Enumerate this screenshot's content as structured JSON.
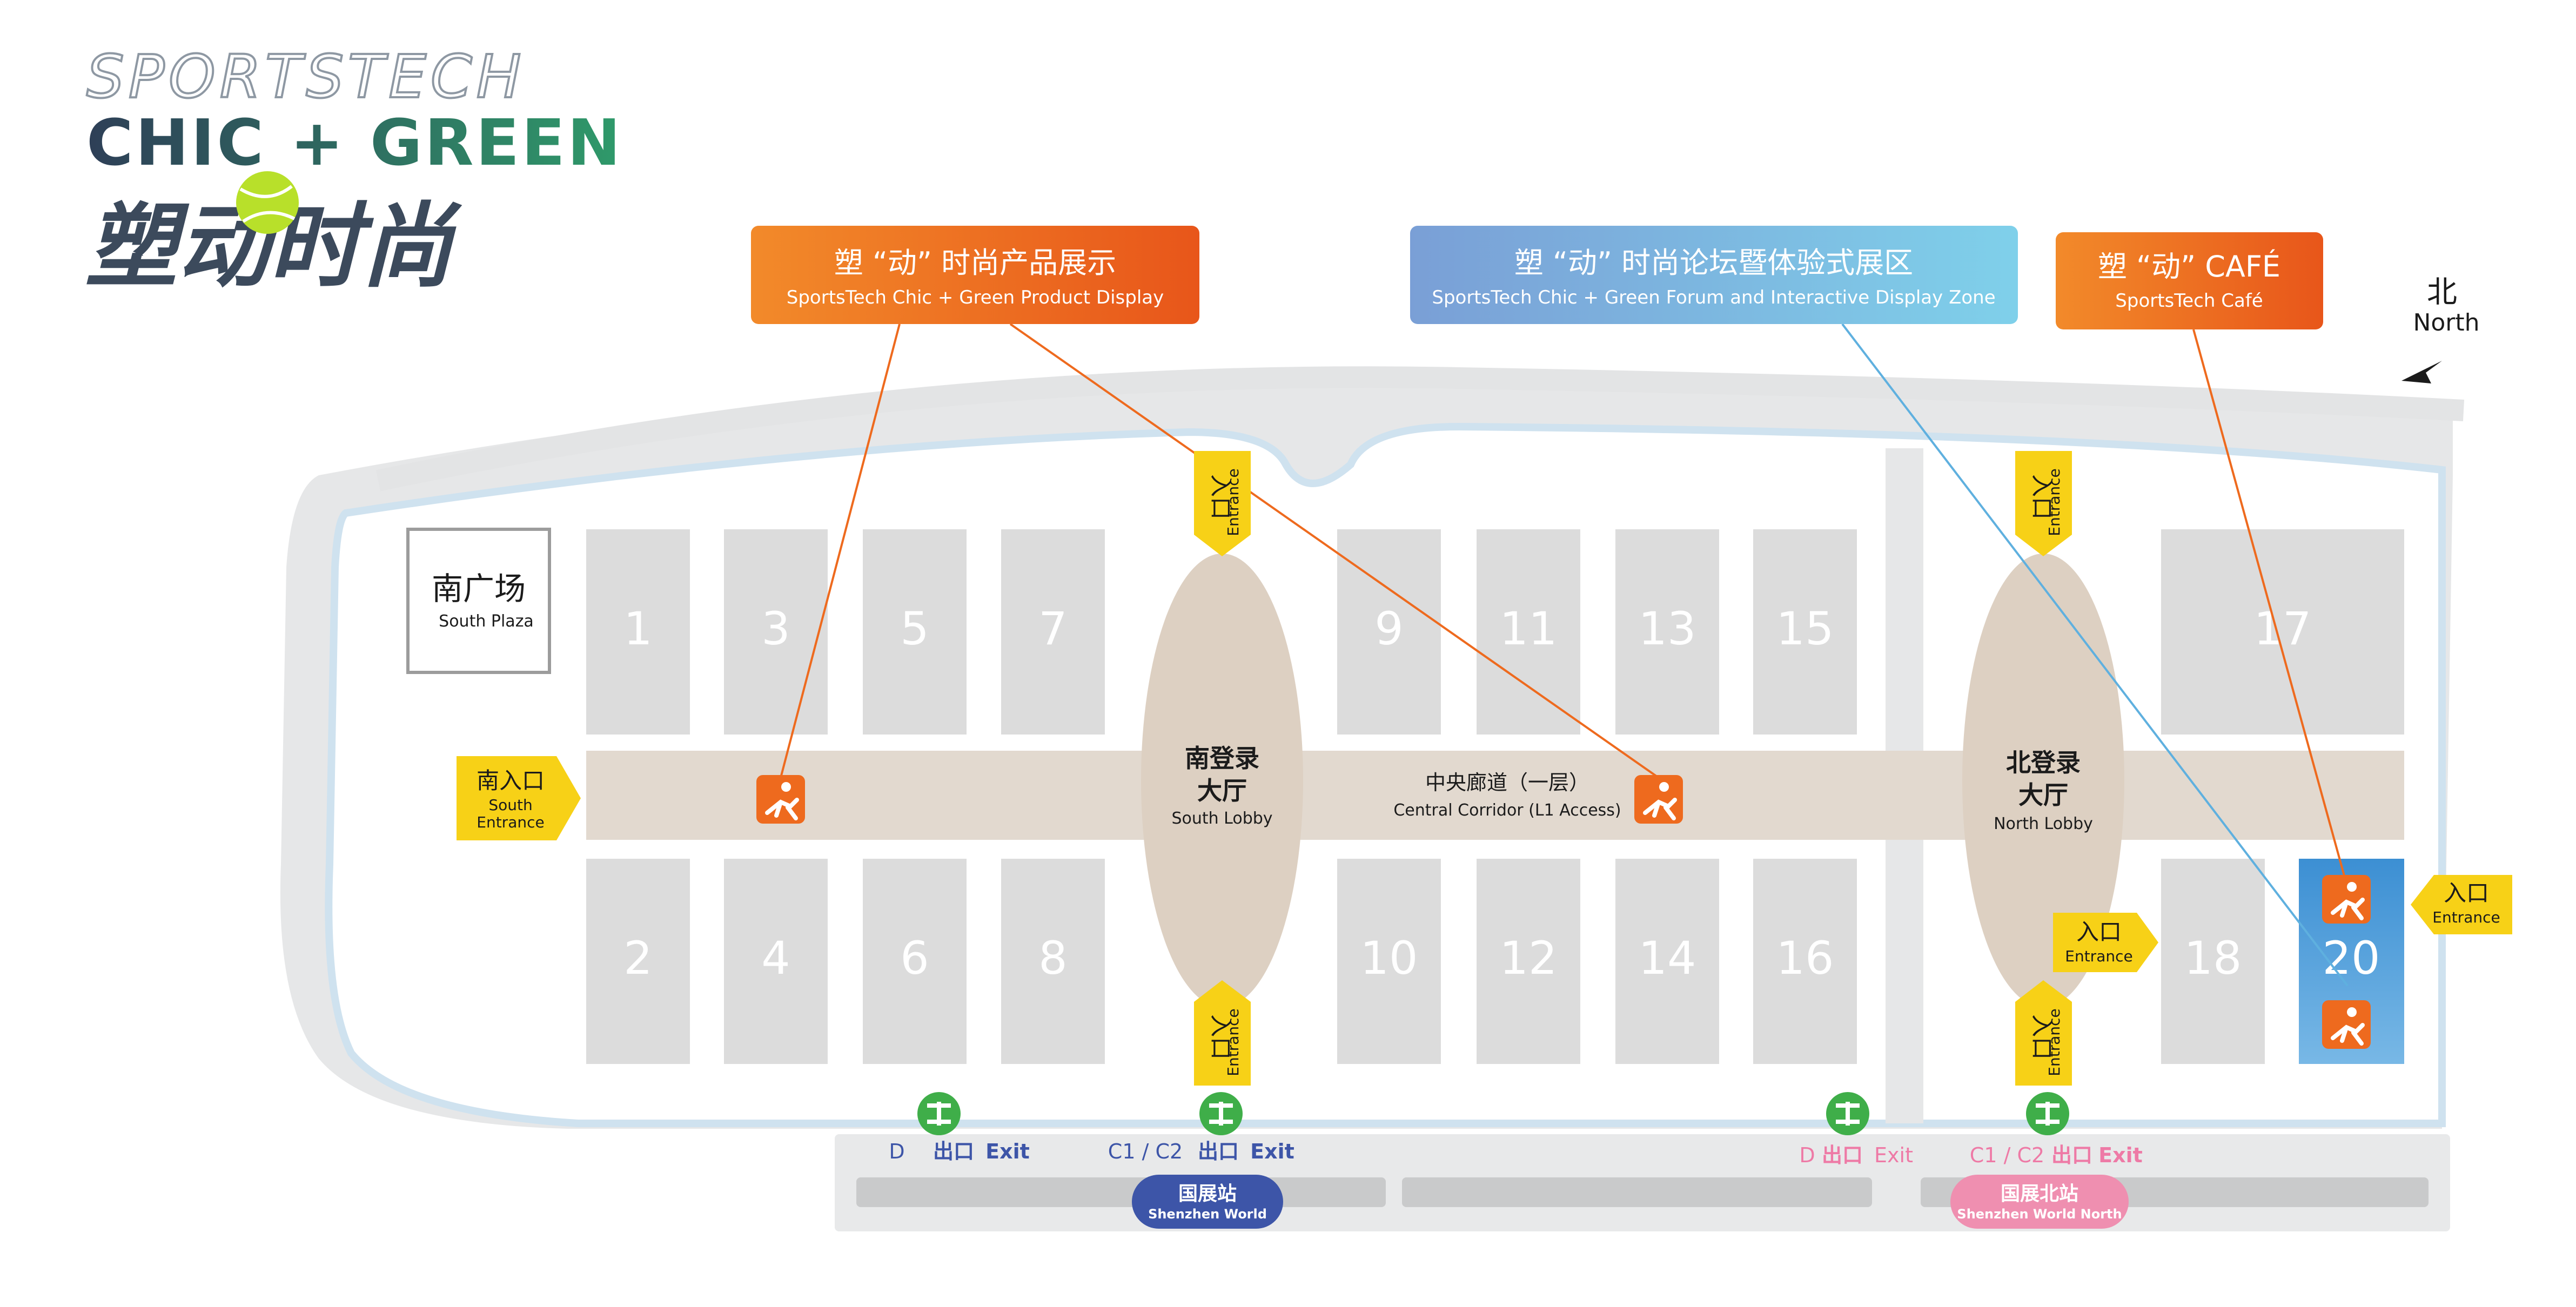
{
  "brand": {
    "line1": "SPORTSTECH",
    "line2": "CHIC + GREEN",
    "line3": "塑动时尚",
    "colors": {
      "silver": "#9aa4ae",
      "dark": "#2f3d4f",
      "green": "#3aa56a",
      "tennis": "#b8e02a"
    }
  },
  "north": {
    "zh": "北",
    "en": "North"
  },
  "callouts": {
    "product": {
      "zh": "塑 “动” 时尚产品展示",
      "en": "SportsTech Chic + Green Product Display",
      "color": "#ee6a1e"
    },
    "forum": {
      "zh": "塑 “动” 时尚论坛暨体验式展区",
      "en": "SportsTech Chic + Green Forum and Interactive Display Zone",
      "color": "#6fb0dd"
    },
    "cafe": {
      "zh": "塑 “动” CAFÉ",
      "en": "SportsTech Café",
      "color": "#ee6a1e"
    }
  },
  "south_plaza": {
    "zh": "南广场",
    "en": "South Plaza"
  },
  "halls": [
    "1",
    "2",
    "3",
    "4",
    "5",
    "6",
    "7",
    "8",
    "9",
    "10",
    "11",
    "12",
    "13",
    "14",
    "15",
    "16",
    "17",
    "18",
    "20"
  ],
  "lobbies": {
    "south": {
      "zh1": "南登录",
      "zh2": "大厅",
      "en": "South Lobby"
    },
    "north": {
      "zh1": "北登录",
      "zh2": "大厅",
      "en": "North Lobby"
    }
  },
  "corridor": {
    "zh": "中央廊道（一层）",
    "en": "Central Corridor (L1 Access)"
  },
  "entrances": {
    "south": {
      "zh": "南入口",
      "en1": "South",
      "en2": "Entrance"
    },
    "generic": {
      "zh": "入口",
      "en": "Entrance"
    }
  },
  "metro": {
    "exit_d": {
      "prefix": "D",
      "zh": "出口",
      "en": "Exit"
    },
    "exit_c": {
      "prefix": "C1 / C2",
      "zh": "出口",
      "en": "Exit"
    },
    "station_south": {
      "zh": "国展站",
      "en": "Shenzhen World",
      "color": "#3d55a8"
    },
    "station_north": {
      "zh": "国展北站",
      "en": "Shenzhen World North",
      "color": "#ef8fb0"
    },
    "exit_blue": "#3d55a8",
    "exit_pink": "#ee7aa6",
    "icon_green": "#3fae49"
  },
  "colors": {
    "hall": "#dcdcdc",
    "corridor": "#e2d9cf",
    "lobby": "#ddd0c2",
    "entrance": "#f7d117",
    "activity": "#ee6a1e",
    "hall20": "#4a9ad8"
  }
}
